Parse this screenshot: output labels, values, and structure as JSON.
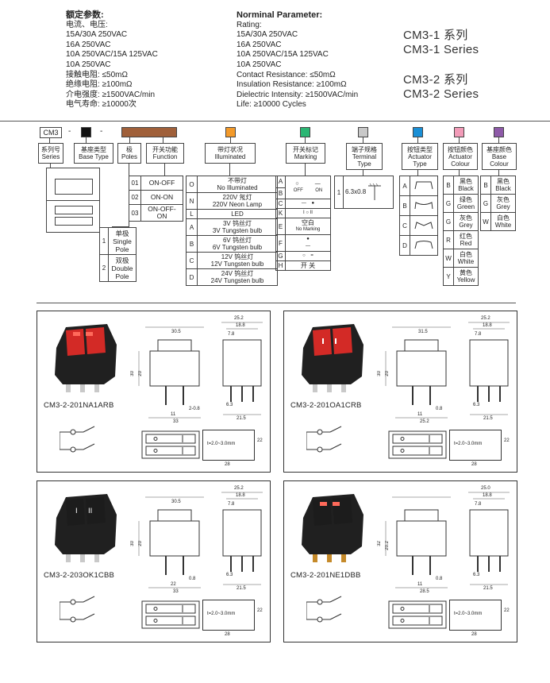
{
  "specs_cn": {
    "title": "额定参数:",
    "lines": [
      "电流、电压:",
      "15A/30A 250VAC",
      "16A 250VAC",
      "10A 250VAC/15A 125VAC",
      "10A 250VAC",
      "接触电阻: ≤50mΩ",
      "绝缘电阻: ≥100mΩ",
      "介电强度: ≥1500VAC/min",
      "电气寿命: ≥10000次"
    ]
  },
  "specs_en": {
    "title": "Norminal Parameter:",
    "lines": [
      "Rating:",
      "15A/30A 250VAC",
      "16A 250VAC",
      "10A 250VAC/15A 125VAC",
      "10A 250VAC",
      "Contact Resistance: ≤50mΩ",
      "Insulation Resistance: ≥100mΩ",
      "Dielectric Intensity: ≥1500VAC/min",
      "Life: ≥10000 Cycles"
    ]
  },
  "series": {
    "cm31_cn": "CM3-1 系列",
    "cm31_en": "CM3-1 Series",
    "cm32_cn": "CM3-2 系列",
    "cm32_en": "CM3-2 Series"
  },
  "code": {
    "prefix": "CM3",
    "dash": "-",
    "colors": {
      "black": "#111111",
      "brown": "#a0603a",
      "orange": "#f39a2a",
      "green": "#2bb673",
      "grey": "#c8c8c8",
      "blue": "#1a8fd6",
      "pink": "#f29bb8",
      "purple": "#8e5aa8"
    },
    "labels": {
      "series": [
        "系列号",
        "Series"
      ],
      "base_type": [
        "基座类型",
        "Base Type"
      ],
      "poles": [
        "极",
        "Poles"
      ],
      "function": [
        "开关功能",
        "Function"
      ],
      "illuminated": [
        "带灯状况",
        "Illuminated"
      ],
      "marking": [
        "开关标记",
        "Marking"
      ],
      "terminal": [
        "端子规格",
        "Terminal",
        "Type"
      ],
      "actuator": [
        "按钮类型",
        "Actuator",
        "Type"
      ],
      "actuator_colour": [
        "按钮颜色",
        "Actuator",
        "Colour"
      ],
      "base_colour": [
        "基座颜色",
        "Base",
        "Colour"
      ]
    }
  },
  "poles": [
    {
      "code": "1",
      "cn": "单极",
      "en1": "Single",
      "en2": "Pole"
    },
    {
      "code": "2",
      "cn": "双极",
      "en1": "Double",
      "en2": "Pole"
    }
  ],
  "functions": [
    {
      "code": "01",
      "name": "ON-OFF"
    },
    {
      "code": "02",
      "name": "ON-ON"
    },
    {
      "code": "03",
      "name": "ON-OFF-ON"
    }
  ],
  "illumination": [
    {
      "code": "O",
      "cn": "不带灯",
      "en": "No Illuminated"
    },
    {
      "code": "N",
      "cn": "220V 氖灯",
      "en": "220V Neon Lamp"
    },
    {
      "code": "L",
      "cn": "",
      "en": "LED"
    },
    {
      "code": "A",
      "cn": "3V 钨丝灯",
      "en": "3V Tungsten bulb"
    },
    {
      "code": "B",
      "cn": "6V 钨丝灯",
      "en": "6V Tungsten bulb"
    },
    {
      "code": "C",
      "cn": "12V 钨丝灯",
      "en": "12V Tungsten bulb"
    },
    {
      "code": "D",
      "cn": "24V 钨丝灯",
      "en": "24V Tungsten bulb"
    }
  ],
  "marking": {
    "codes": [
      "A",
      "B",
      "C",
      "K",
      "E",
      "F",
      "G",
      "H"
    ],
    "no_marking_cn": "空白",
    "no_marking_en": "No Marking",
    "kaiguan": "开    关",
    "off": "OFF",
    "on": "ON"
  },
  "terminal": {
    "code": "1",
    "size": "6.3x0.8"
  },
  "actuator_types": [
    "A",
    "B",
    "C",
    "D"
  ],
  "actuator_colours": [
    {
      "code": "B",
      "cn": "黑色",
      "en": "Black"
    },
    {
      "code": "G",
      "cn": "绿色",
      "en": "Green"
    },
    {
      "code": "G",
      "cn": "灰色",
      "en": "Grey"
    },
    {
      "code": "R",
      "cn": "红色",
      "en": "Red"
    },
    {
      "code": "W",
      "cn": "白色",
      "en": "White"
    },
    {
      "code": "Y",
      "cn": "黄色",
      "en": "Yellow"
    }
  ],
  "base_colours": [
    {
      "code": "B",
      "cn": "黑色",
      "en": "Black"
    },
    {
      "code": "G",
      "cn": "灰色",
      "en": "Grey"
    },
    {
      "code": "W",
      "cn": "白色",
      "en": "White"
    }
  ],
  "products": [
    {
      "model": "CM3-2-201NA1ARB",
      "dims": {
        "w": "30.5",
        "h": "30",
        "h2": "20",
        "b": "33",
        "b2": "11",
        "pin": "2-0.8",
        "s1": "25.2",
        "s2": "18.8",
        "s3": "7.8",
        "s4": "6.3",
        "s5": "21.5",
        "t": "t=2.0~3.0mm",
        "side": "22",
        "bot": "28"
      },
      "rocker": "#d32a26",
      "rocker_mark": "lamp",
      "pins": "#c9c9c9"
    },
    {
      "model": "CM3-2-201OA1CRB",
      "dims": {
        "w": "31.5",
        "h": "30",
        "h2": "20",
        "b": "25.2",
        "b2": "11",
        "pin": "0.8",
        "s1": "25.2",
        "s2": "18.8",
        "s3": "7.8",
        "s4": "6.3",
        "s5": "21.5",
        "t": "t=2.0~3.0mm",
        "side": "22",
        "bot": "28"
      },
      "rocker": "#d32a26",
      "rocker_mark": "line",
      "pins": "#c9c9c9"
    },
    {
      "model": "CM3-2-203OK1CBB",
      "dims": {
        "w": "30.5",
        "h": "30",
        "h2": "20",
        "b": "33",
        "b2": "22",
        "pin": "0.8",
        "s1": "25.2",
        "s2": "18.8",
        "s3": "7.8",
        "s4": "6.3",
        "s5": "21.5",
        "t": "t=2.0~3.0mm",
        "side": "22",
        "bot": "28"
      },
      "rocker": "#1c1c1c",
      "rocker_mark": "roman",
      "pins": "#c9c9c9"
    },
    {
      "model": "CM3-2-201NE1DBB",
      "dims": {
        "w": "",
        "h": "32",
        "h2": "20.2",
        "b": "28.5",
        "b2": "11",
        "pin": "0.8",
        "s1": "25.0",
        "s2": "18.8",
        "s3": "7.8",
        "s4": "6.3",
        "s5": "21.5",
        "t": "t=2.0~3.0mm",
        "side": "22",
        "bot": "28"
      },
      "rocker": "#1c1c1c",
      "rocker_mark": "lamp",
      "pins": "#c58a2a"
    }
  ]
}
